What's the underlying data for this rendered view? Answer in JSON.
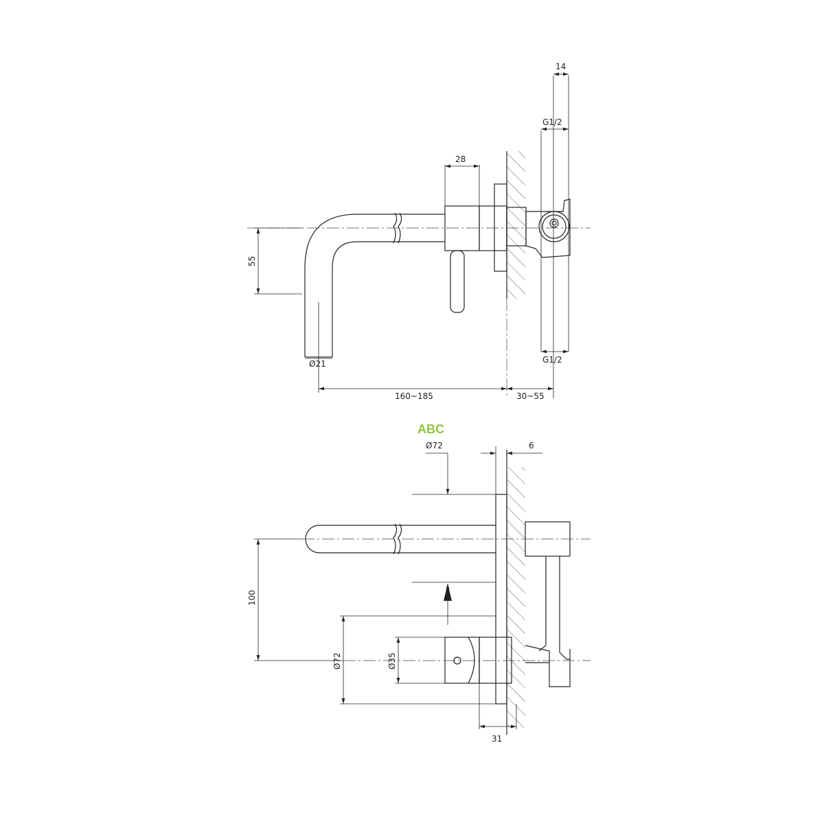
{
  "watermark": {
    "text": "ABC",
    "color": "#8dc63f"
  },
  "top_view": {
    "dims": {
      "pipe_thread_offset": "14",
      "inlet_top": "G1/2",
      "body_width": "28",
      "spout_height": "55",
      "spout_diameter": "Ø21",
      "spout_reach": "160~185",
      "wall_depth": "30~55",
      "inlet_bottom": "G1/2"
    }
  },
  "front_view": {
    "dims": {
      "flange_diameter_top": "Ø72",
      "flange_thickness": "6",
      "spout_to_handle": "100",
      "flange_diameter": "Ø72",
      "handle_diameter": "Ø35",
      "body_projection": "31"
    }
  }
}
